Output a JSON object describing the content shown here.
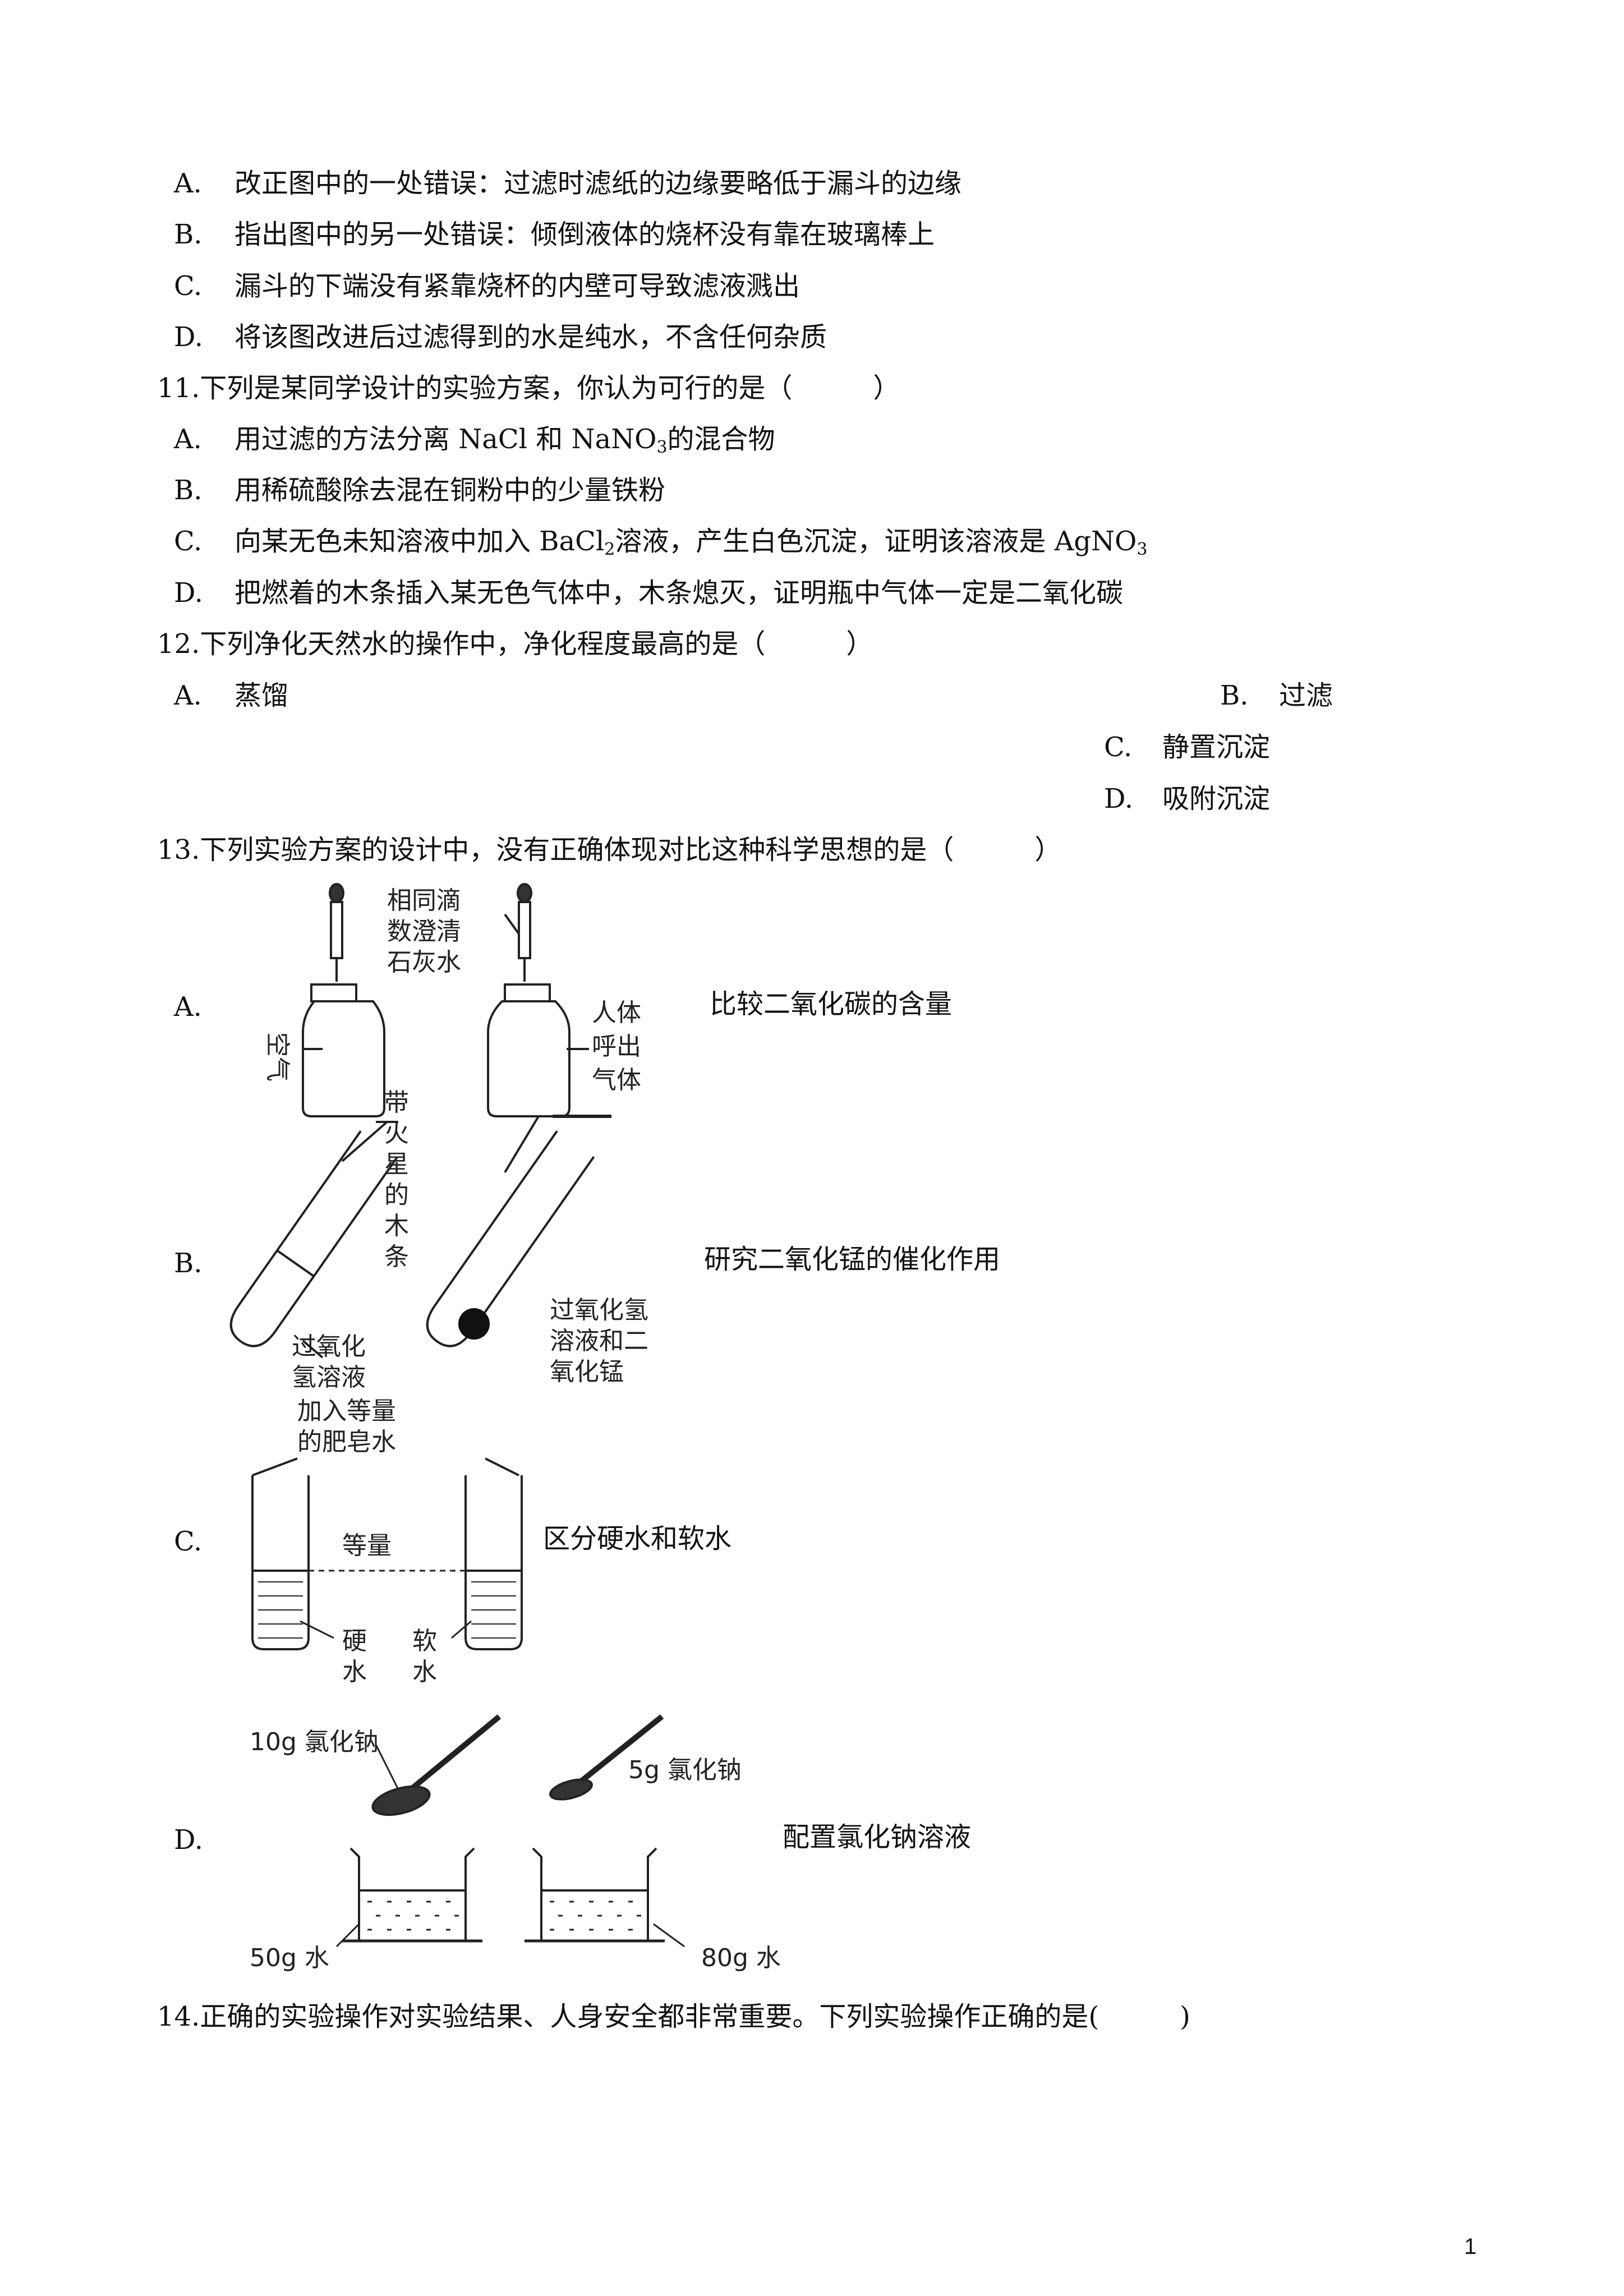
{
  "q10": {
    "options": [
      {
        "letter": "A.",
        "text": "改正图中的一处错误：过滤时滤纸的边缘要略低于漏斗的边缘"
      },
      {
        "letter": "B.",
        "text": "指出图中的另一处错误：倾倒液体的烧杯没有靠在玻璃棒上"
      },
      {
        "letter": "C.",
        "text": "漏斗的下端没有紧靠烧杯的内壁可导致滤液溅出"
      },
      {
        "letter": "D.",
        "text": "将该图改进后过滤得到的水是纯水，不含任何杂质"
      }
    ]
  },
  "q11": {
    "stem": "11.下列是某同学设计的实验方案，你认为可行的是（　　　）",
    "a_letter": "A.",
    "a_text1": "用过滤的方法分离 NaCl 和 NaNO",
    "a_sub": "3",
    "a_text2": "的混合物",
    "b_letter": "B.",
    "b_text": "用稀硫酸除去混在铜粉中的少量铁粉",
    "c_letter": "C.",
    "c_text1": "向某无色未知溶液中加入 BaCl",
    "c_sub1": "2",
    "c_text2": "溶液，产生白色沉淀，证明该溶液是 AgNO",
    "c_sub2": "3",
    "d_letter": "D.",
    "d_text": "把燃着的木条插入某无色气体中，木条熄灭，证明瓶中气体一定是二氧化碳"
  },
  "q12": {
    "stem": "12.下列净化天然水的操作中，净化程度最高的是（　　　）",
    "options": [
      {
        "letter": "A.",
        "text": "蒸馏"
      },
      {
        "letter": "B.",
        "text": "过滤"
      },
      {
        "letter": "C.",
        "text": "静置沉淀"
      },
      {
        "letter": "D.",
        "text": "吸附沉淀"
      }
    ]
  },
  "q13": {
    "stem": "13.下列实验方案的设计中，没有正确体现对比这种科学思想的是（　　　）",
    "a": {
      "letter": "A.",
      "caption": "比较二氧化碳的含量",
      "fig": {
        "drop": [
          "相同滴",
          "数澄清",
          "石灰水"
        ],
        "air": "空气",
        "exhaled": [
          "人体",
          "呼出",
          "气体"
        ]
      }
    },
    "b": {
      "letter": "B.",
      "caption": "研究二氧化锰的催化作用",
      "fig": {
        "splint": [
          "带",
          "火",
          "星",
          "的",
          "木",
          "条"
        ],
        "left": [
          "过氧化",
          "氢溶液"
        ],
        "right": [
          "过氧化氢",
          "溶液和二",
          "氧化锰"
        ]
      }
    },
    "c": {
      "letter": "C.",
      "caption": "区分硬水和软水",
      "fig": {
        "top": [
          "加入等量",
          "的肥皂水"
        ],
        "equal": "等量",
        "hard": [
          "硬",
          "水"
        ],
        "soft": [
          "软",
          "水"
        ]
      }
    },
    "d": {
      "letter": "D.",
      "caption": "配置氯化钠溶液",
      "fig": {
        "salt10": "10g 氯化钠",
        "salt5": "5g 氯化钠",
        "water50": "50g 水",
        "water80": "80g 水"
      }
    }
  },
  "q14": {
    "stem": "14.正确的实验操作对实验结果、人身安全都非常重要。下列实验操作正确的是(　　　)"
  },
  "page_number": "1"
}
